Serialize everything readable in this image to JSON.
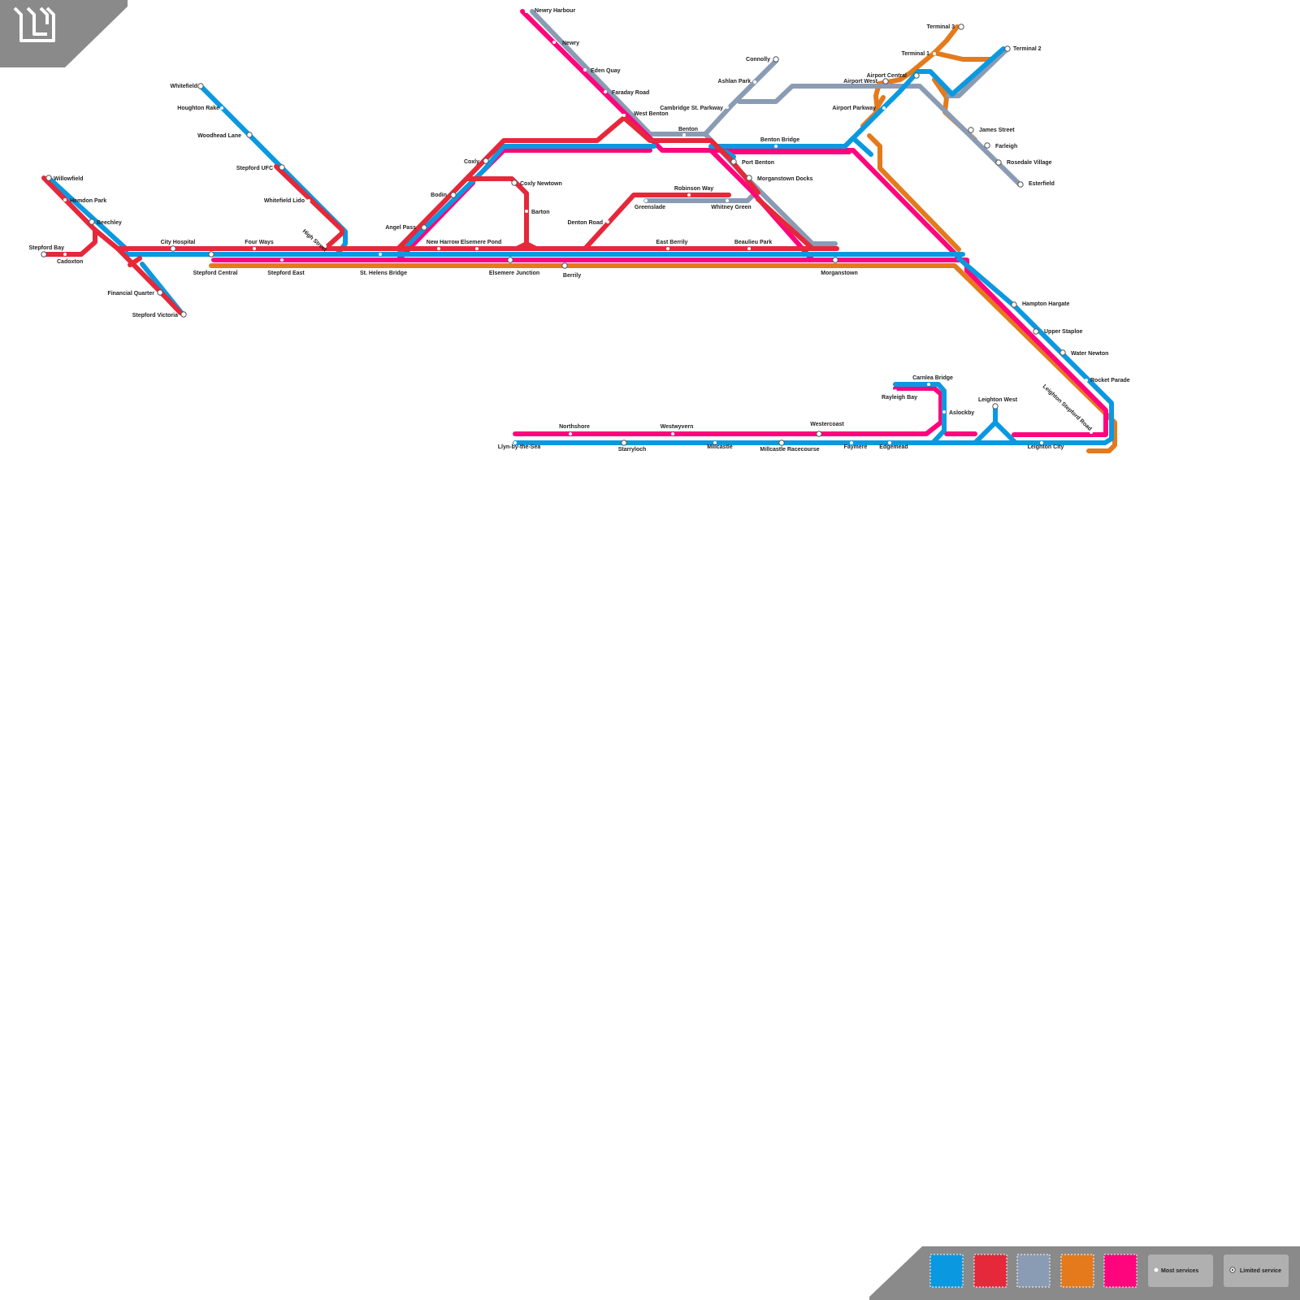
{
  "brand": {
    "logo_icon": "train-line-logo-icon"
  },
  "lines": [
    {
      "id": "blue",
      "color": "#0a99e0"
    },
    {
      "id": "red",
      "color": "#e5283a"
    },
    {
      "id": "grey",
      "color": "#8a9bb4"
    },
    {
      "id": "orange",
      "color": "#e47a1b"
    },
    {
      "id": "magenta",
      "color": "#ff057d"
    }
  ],
  "legend": {
    "most_services": "Most services",
    "limited_service": "Limited service"
  },
  "stations": [
    {
      "name": "Newry Harbour"
    },
    {
      "name": "Newry"
    },
    {
      "name": "Eden Quay"
    },
    {
      "name": "Faraday Road"
    },
    {
      "name": "West Benton"
    },
    {
      "name": "Benton"
    },
    {
      "name": "Cambridge St. Parkway"
    },
    {
      "name": "Ashlan Park"
    },
    {
      "name": "Connolly"
    },
    {
      "name": "Benton Bridge"
    },
    {
      "name": "Port Benton"
    },
    {
      "name": "Morganstown Docks"
    },
    {
      "name": "Terminal 3"
    },
    {
      "name": "Terminal 1"
    },
    {
      "name": "Terminal 2"
    },
    {
      "name": "Airport Central"
    },
    {
      "name": "Airport West"
    },
    {
      "name": "Airport Parkway"
    },
    {
      "name": "James Street"
    },
    {
      "name": "Farleigh"
    },
    {
      "name": "Rosedale Village"
    },
    {
      "name": "Esterfield"
    },
    {
      "name": "Whitefield"
    },
    {
      "name": "Houghton Rake"
    },
    {
      "name": "Woodhead Lane"
    },
    {
      "name": "Stepford UFC"
    },
    {
      "name": "Whitefield Lido"
    },
    {
      "name": "High Street"
    },
    {
      "name": "Willowfield"
    },
    {
      "name": "Hemdon Park"
    },
    {
      "name": "Beechley"
    },
    {
      "name": "Stepford Bay"
    },
    {
      "name": "Cadoxton"
    },
    {
      "name": "City Hospital"
    },
    {
      "name": "Four Ways"
    },
    {
      "name": "Stepford Central"
    },
    {
      "name": "Stepford East"
    },
    {
      "name": "Financial Quarter"
    },
    {
      "name": "Stepford Victoria"
    },
    {
      "name": "Coxly"
    },
    {
      "name": "Coxly Newtown"
    },
    {
      "name": "Bodin"
    },
    {
      "name": "Barton"
    },
    {
      "name": "Angel Pass"
    },
    {
      "name": "New Harrow"
    },
    {
      "name": "Elsemere Pond"
    },
    {
      "name": "St. Helens Bridge"
    },
    {
      "name": "Elsemere Junction"
    },
    {
      "name": "Berrily"
    },
    {
      "name": "Denton Road"
    },
    {
      "name": "Robinson Way"
    },
    {
      "name": "Greenslade"
    },
    {
      "name": "Whitney Green"
    },
    {
      "name": "East Berrily"
    },
    {
      "name": "Beaulieu Park"
    },
    {
      "name": "Morganstown"
    },
    {
      "name": "Hampton Hargate"
    },
    {
      "name": "Upper Staploe"
    },
    {
      "name": "Water Newton"
    },
    {
      "name": "Rocket Parade"
    },
    {
      "name": "Leighton Stepford Road"
    },
    {
      "name": "Leighton West"
    },
    {
      "name": "Leighton City"
    },
    {
      "name": "Carnlea Bridge"
    },
    {
      "name": "Rayleigh Bay"
    },
    {
      "name": "Aslockby"
    },
    {
      "name": "Northshore"
    },
    {
      "name": "Westwyvern"
    },
    {
      "name": "Westercoast"
    },
    {
      "name": "Llyn-by-the-Sea"
    },
    {
      "name": "Starryloch"
    },
    {
      "name": "Millcastle"
    },
    {
      "name": "Millcastle Racecourse"
    },
    {
      "name": "Faymere"
    },
    {
      "name": "Edgemead"
    }
  ]
}
